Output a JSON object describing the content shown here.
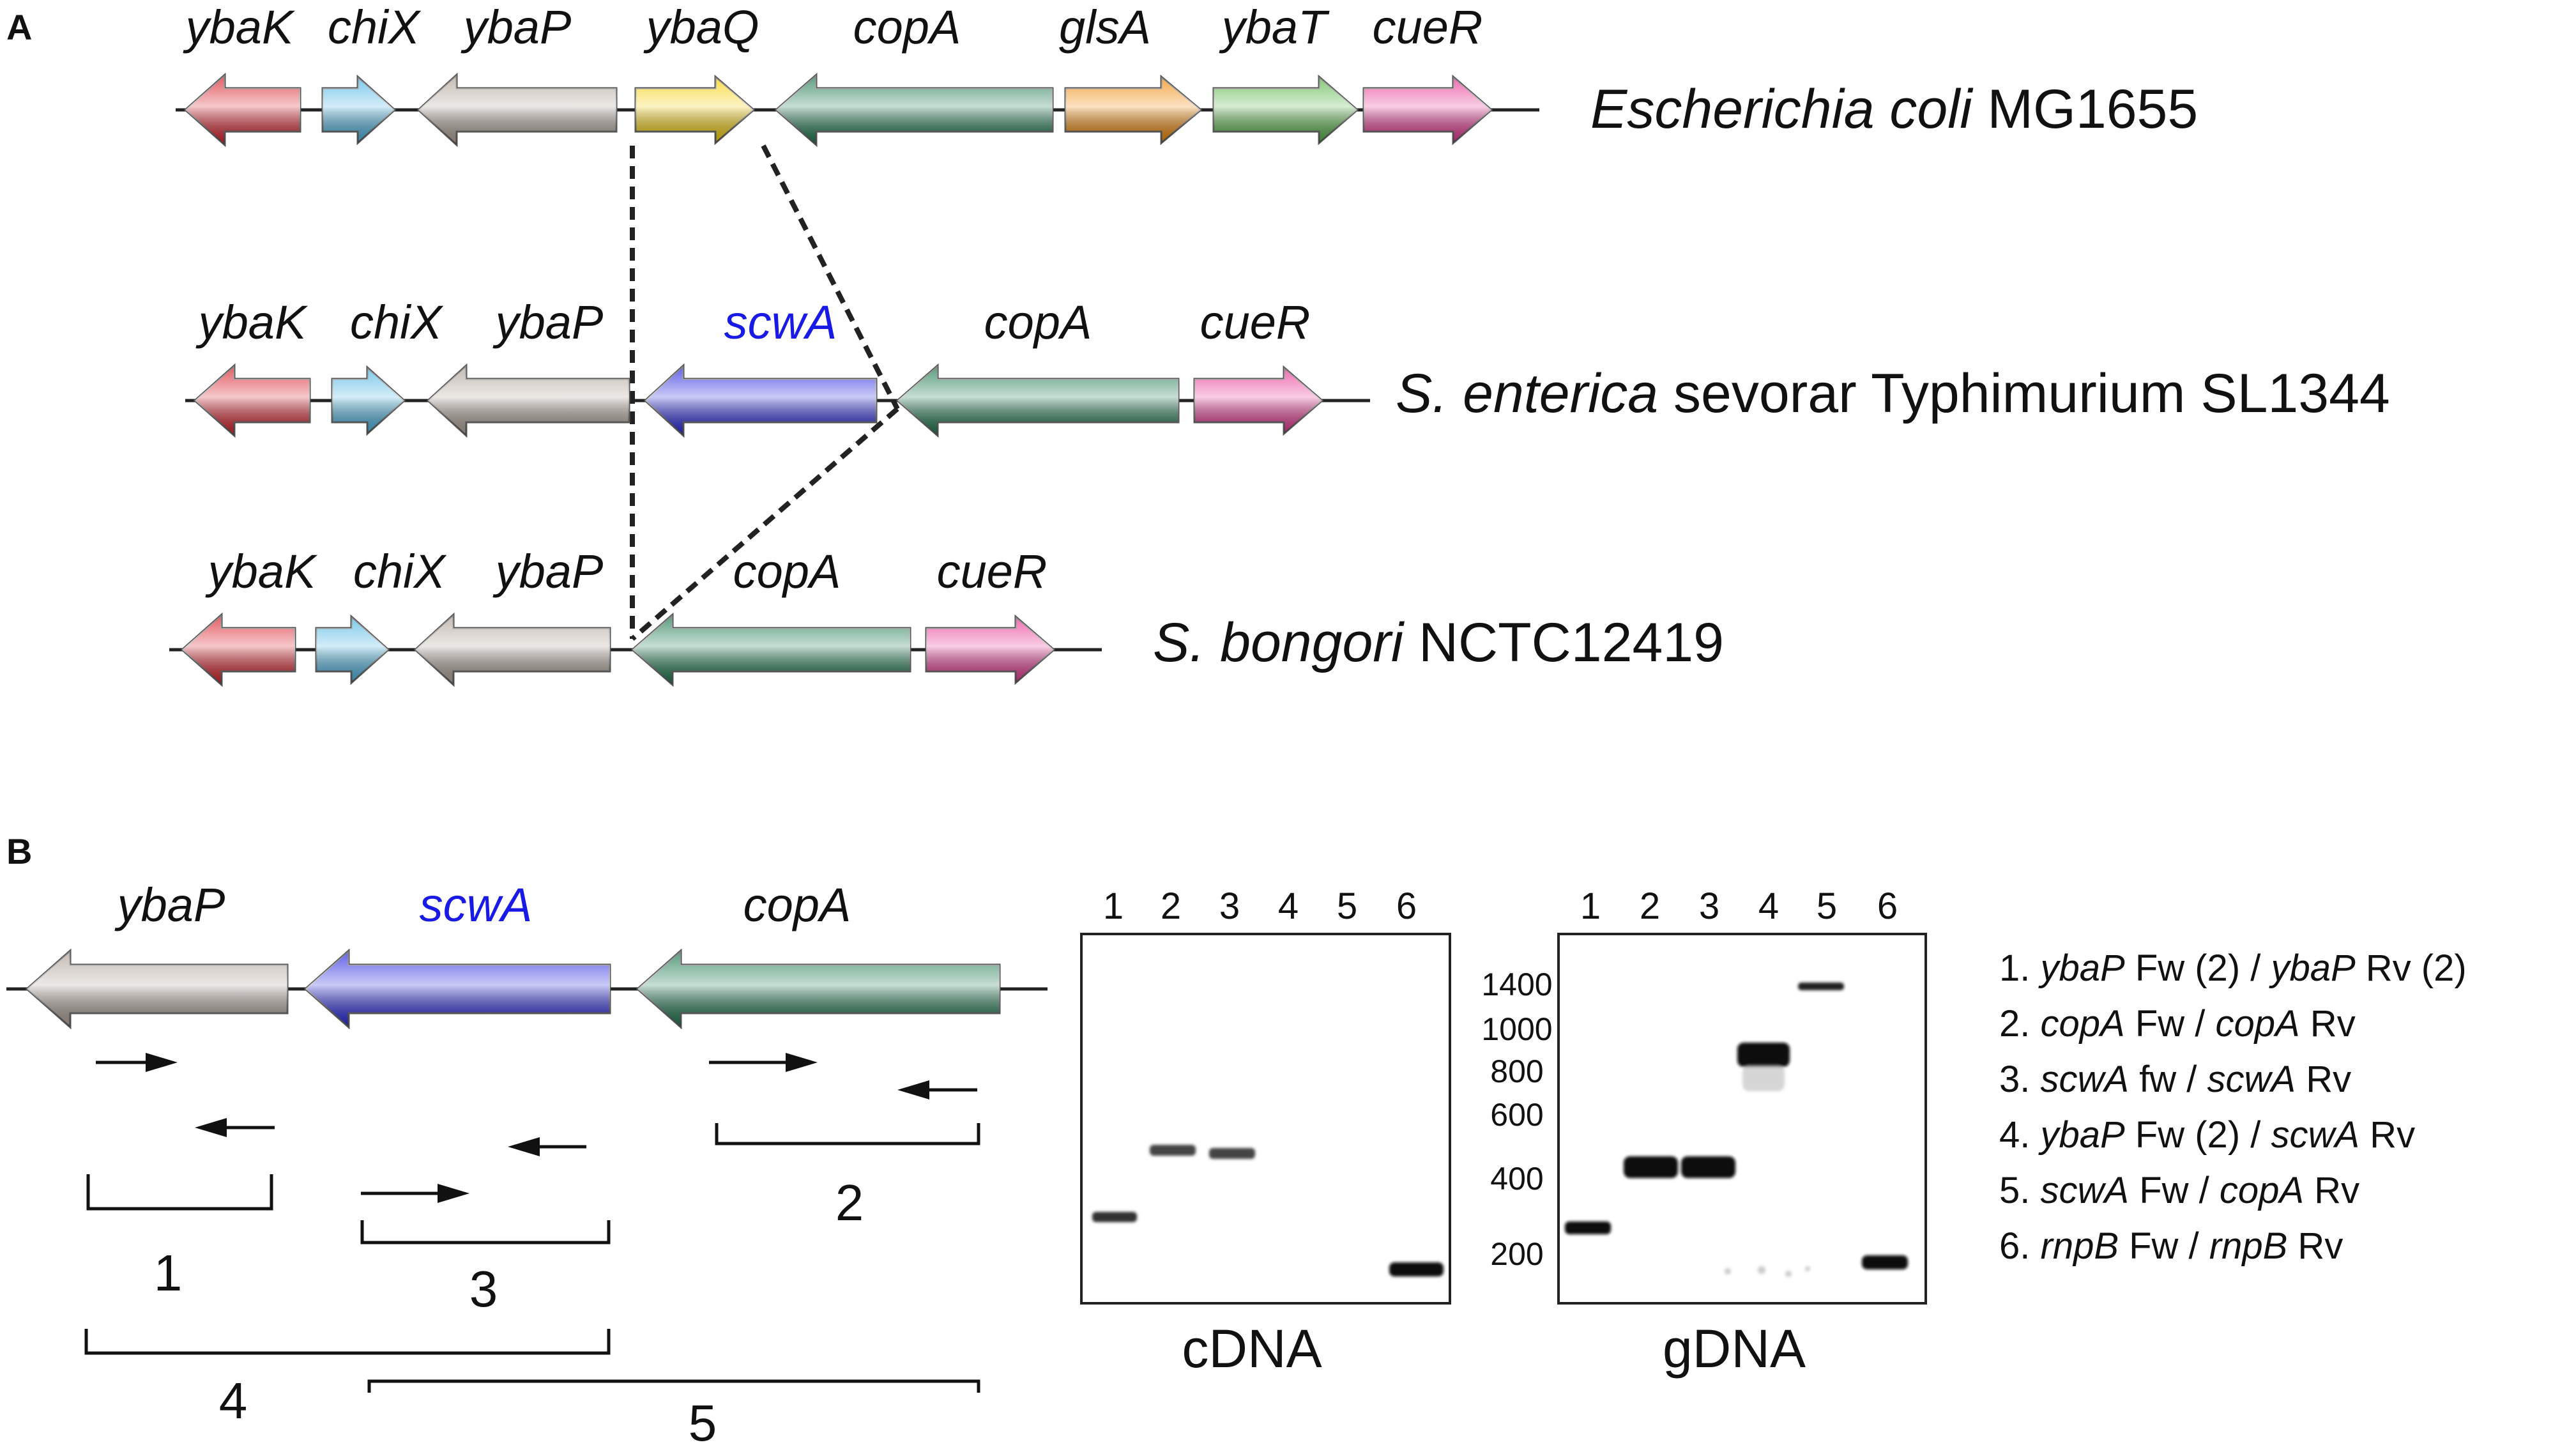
{
  "panels": {
    "a": "A",
    "b": "B"
  },
  "colors": {
    "ybaK": "#d9232d",
    "chiX": "#4fb6e3",
    "ybaP": "#b0a49a",
    "ybaQ": "#f5d00e",
    "copA": "#1f7a50",
    "glsA": "#f08a0b",
    "ybaT": "#5ab54a",
    "cueR": "#e83a94",
    "scwA": "#2b2be0",
    "scwA_label": "#1a1ae6"
  },
  "row1": {
    "genes": [
      "ybaK",
      "chiX",
      "ybaP",
      "ybaQ",
      "copA",
      "glsA",
      "ybaT",
      "cueR"
    ],
    "organism_italic": "Escherichia coli",
    "organism_rest": " MG1655"
  },
  "row2": {
    "genes": [
      "ybaK",
      "chiX",
      "ybaP",
      "scwA",
      "copA",
      "cueR"
    ],
    "organism_italic": "S. enterica",
    "organism_rest": " sevorar Typhimurium SL1344"
  },
  "row3": {
    "genes": [
      "ybaK",
      "chiX",
      "ybaP",
      "copA",
      "cueR"
    ],
    "organism_italic": "S. bongori",
    "organism_rest": " NCTC12419"
  },
  "panelB": {
    "genes": [
      "ybaP",
      "scwA",
      "copA"
    ],
    "amplicons": [
      "1",
      "2",
      "3",
      "4",
      "5"
    ]
  },
  "gels": {
    "lanes": [
      "1",
      "2",
      "3",
      "4",
      "5",
      "6"
    ],
    "cdna_label": "cDNA",
    "gdna_label": "gDNA",
    "ladder": [
      "1400",
      "1000",
      "800",
      "600",
      "400",
      "200"
    ]
  },
  "legend": [
    {
      "num": "1. ",
      "g1": "ybaP",
      "m1": " Fw (2) / ",
      "g2": "ybaP",
      "m2": " Rv (2)"
    },
    {
      "num": "2. ",
      "g1": "copA",
      "m1": " Fw / ",
      "g2": "copA",
      "m2": " Rv"
    },
    {
      "num": "3. ",
      "g1": "scwA",
      "m1": " fw / ",
      "g2": "scwA",
      "m2": " Rv"
    },
    {
      "num": "4. ",
      "g1": "ybaP",
      "m1": " Fw (2) / ",
      "g2": "scwA",
      "m2": " Rv"
    },
    {
      "num": "5. ",
      "g1": "scwA",
      "m1": " Fw / ",
      "g2": "copA",
      "m2": " Rv"
    },
    {
      "num": "6. ",
      "g1": "rnpB",
      "m1": " Fw / ",
      "g2": "rnpB",
      "m2": " Rv"
    }
  ]
}
